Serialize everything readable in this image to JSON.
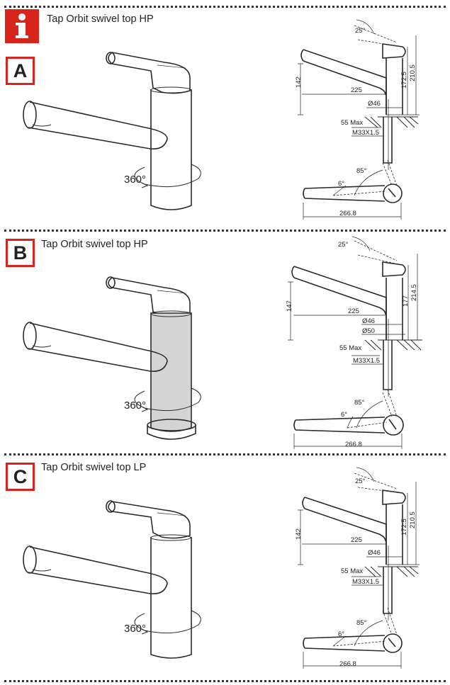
{
  "sections": [
    {
      "letter": "A",
      "title": "Tap Orbit swivel top HP",
      "rotation": "360°",
      "dims": {
        "angle_top": "25°",
        "height_spout": "142",
        "reach": "225",
        "h_a": "172.5",
        "h_b": "210.5",
        "body_dia": "Ø46",
        "max_thickness": "55 Max",
        "thread": "M33X1.5",
        "plan_angle": "85°",
        "plan_small_angle": "6°",
        "plan_length": "266.8"
      }
    },
    {
      "letter": "B",
      "title": "Tap Orbit swivel top HP",
      "rotation": "360°",
      "dims": {
        "angle_top": "25°",
        "height_spout": "147",
        "reach": "225",
        "h_a": "177",
        "h_b": "214.5",
        "body_dia": "Ø46",
        "base_dia": "Ø50",
        "max_thickness": "55 Max",
        "thread": "M33X1.5",
        "plan_angle": "85°",
        "plan_small_angle": "6°",
        "plan_length": "266.8"
      }
    },
    {
      "letter": "C",
      "title": "Tap Orbit swivel top LP",
      "rotation": "360°",
      "dims": {
        "angle_top": "25°",
        "height_spout": "142",
        "reach": "225",
        "h_a": "172.5",
        "h_b": "210.5",
        "body_dia": "Ø46",
        "max_thickness": "55 Max",
        "thread": "M33X1.5",
        "plan_angle": "85°",
        "plan_small_angle": "6°",
        "plan_length": "266.8"
      }
    }
  ],
  "colors": {
    "accent": "#d9241c",
    "shade": "#d4d4d4"
  },
  "icons": {
    "info": "info-icon"
  }
}
